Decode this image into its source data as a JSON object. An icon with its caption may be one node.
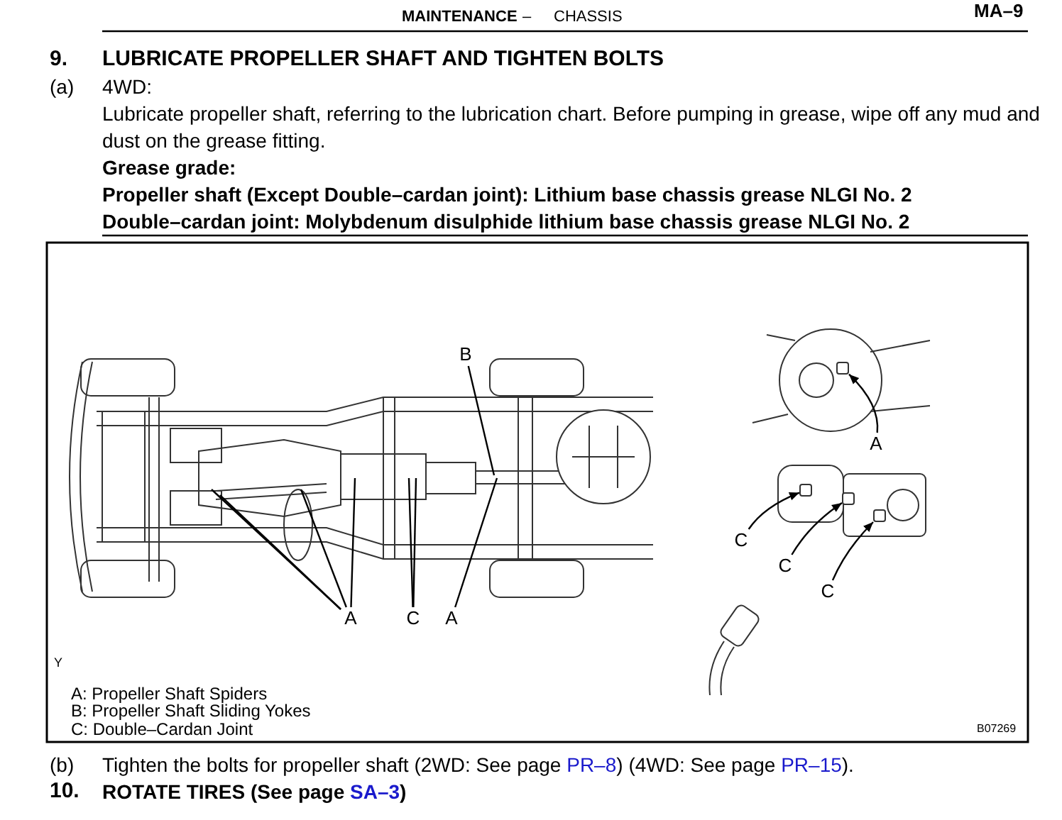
{
  "diagram": {
    "nodes": [
      {
        "text": [
          "A"
        ]
      },
      {
        "text": [
          "C"
        ]
      },
      {
        "text": [
          "A"
        ]
      },
      {
        "text": [
          "B"
        ]
      },
      {
        "text": [
          "A"
        ]
      },
      {
        "text": [
          "C"
        ]
      },
      {
        "text": [
          "C"
        ]
      },
      {
        "text": [
          "C"
        ]
      },
      {
        "text": [],
        "shape": "box"
      },
      {
        "text": [],
        "shape": "box"
      },
      {
        "text": [],
        "shape": "box"
      },
      {
        "text": [],
        "shape": "box"
      }
    ],
    "edges": [
      {
        "from": 0,
        "to": null,
        "arrow": "none"
      },
      {
        "from": 0,
        "to": null,
        "arrow": "none"
      },
      {
        "from": 0,
        "to": null,
        "arrow": "none"
      },
      {
        "from": 0,
        "to": null,
        "arrow": "none"
      },
      {
        "from": 1,
        "to": null,
        "arrow": "none"
      },
      {
        "from": 1,
        "to": null,
        "arrow": "none"
      },
      {
        "from": 2,
        "to": null,
        "arrow": "none"
      },
      {
        "from": 3,
        "to": null,
        "arrow": "none"
      },
      {
        "from": 4,
        "to": 8,
        "arrow": "to"
      },
      {
        "from": 5,
        "to": 9,
        "arrow": "to"
      },
      {
        "from": 6,
        "to": 10,
        "arrow": "to"
      },
      {
        "from": 7,
        "to": 11,
        "arrow": "to"
      }
    ],
    "labels": [
      "MAINTENANCE",
      "–",
      "CHASSIS",
      "MA–9",
      "9.",
      "LUBRICATE PROPELLER SHAFT AND TIGHTEN BOLTS",
      "(a)",
      "4WD:",
      "Lubricate propeller shaft, referring to the lubrication chart. Before pumping in grease, wipe off any mud and dust on the grease fitting.",
      "Grease grade:",
      "Propeller shaft (Except Double–cardan joint): Lithium base chassis grease NLGI No. 2",
      "Double–cardan joint: Molybdenum disulphide lithium base chassis grease NLGI No. 2",
      "Y",
      "A: Propeller Shaft Spiders",
      "B: Propeller Shaft Sliding Yokes",
      "C: Double–Cardan Joint",
      "B07269",
      "(b)",
      "Tighten the bolts for propeller shaft (2WD: See page ",
      "PR–8",
      ") (4WD: See page ",
      "PR–15",
      ").",
      "10.",
      "ROTATE TIRES (See page ",
      "SA–3",
      ")"
    ]
  }
}
